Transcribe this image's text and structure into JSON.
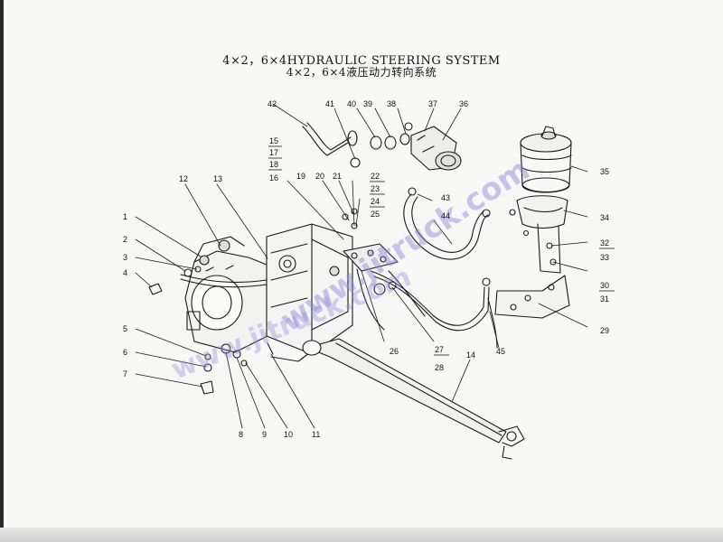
{
  "title_en": "4×2，6×4HYDRAULIC STEERING SYSTEM",
  "title_zh": "4×2，6×4液压动力转向系统",
  "watermark_top": "www.jitruck.com",
  "watermark_bottom": "www.jitruck.com",
  "part_labels": {
    "p1": "1",
    "p2": "2",
    "p3": "3",
    "p4": "4",
    "p5": "5",
    "p6": "6",
    "p7": "7",
    "p8": "8",
    "p9": "9",
    "p10": "10",
    "p11": "11",
    "p12": "12",
    "p13": "13",
    "p14": "14",
    "p15": "15",
    "p16": "16",
    "p17": "17",
    "p18": "18",
    "p19": "19",
    "p20": "20",
    "p21": "21",
    "p22": "22",
    "p23": "23",
    "p24": "24",
    "p25": "25",
    "p26": "26",
    "p27": "27",
    "p28": "28",
    "p29": "29",
    "p30": "30",
    "p31": "31",
    "p32": "32",
    "p33": "33",
    "p34": "34",
    "p35": "35",
    "p36": "36",
    "p37": "37",
    "p38": "38",
    "p39": "39",
    "p40": "40",
    "p41": "41",
    "p42": "42",
    "p43": "43",
    "p44": "44",
    "p45": "45"
  }
}
